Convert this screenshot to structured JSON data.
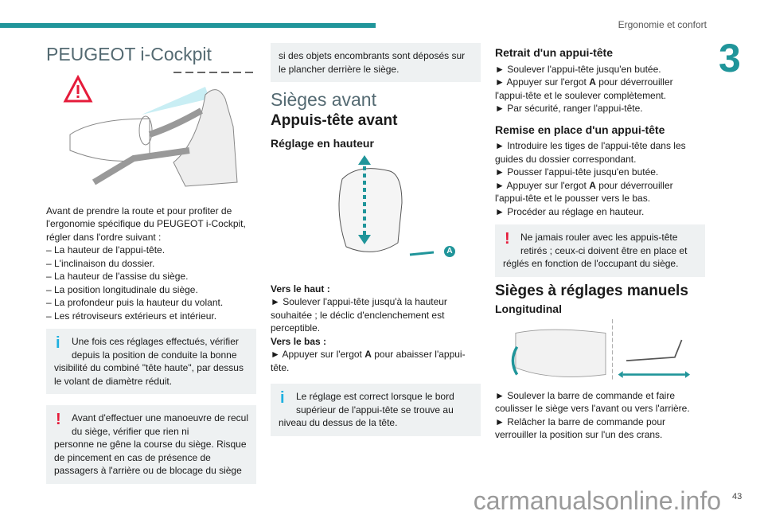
{
  "header": {
    "section": "Ergonomie et confort",
    "chapter": "3",
    "page": "43"
  },
  "col1": {
    "title": "PEUGEOT i-Cockpit",
    "intro": "Avant de prendre la route et pour profiter de l'ergonomie spécifique du PEUGEOT i-Cockpit, régler dans l'ordre suivant :",
    "list": [
      "– La hauteur de l'appui-tête.",
      "– L'inclinaison du dossier.",
      "– La hauteur de l'assise du siège.",
      "– La position longitudinale du siège.",
      "– La profondeur puis la hauteur du volant.",
      "– Les rétroviseurs extérieurs et intérieur."
    ],
    "info_first": "Une fois ces réglages effectués, vérifier depuis la position de conduite la bonne",
    "info_rest": "visibilité du combiné \"tête haute\", par dessus le volant de diamètre réduit.",
    "warn_first": "Avant d'effectuer une manoeuvre de recul du siège, vérifier que rien ni",
    "warn_rest": "personne ne gêne la course du siège. Risque de pincement en cas de présence de passagers à l'arrière ou de blocage du siège"
  },
  "col2": {
    "cont": "si des objets encombrants sont déposés sur le plancher derrière le siège.",
    "h_sieges": "Sièges avant",
    "h_appuis": "Appuis-tête avant",
    "h_reglage": "Réglage en hauteur",
    "label_a": "A",
    "up_label": "Vers le haut :",
    "up_text": "► Soulever l'appui-tête jusqu'à la hauteur souhaitée ; le déclic d'enclenchement est perceptible.",
    "down_label": "Vers le bas :",
    "down_pre": "► Appuyer sur l'ergot ",
    "down_a": "A",
    "down_post": " pour abaisser l'appui-tête.",
    "info_first": "Le réglage est correct lorsque le bord supérieur de l'appui-tête se trouve au",
    "info_rest": "niveau du dessus de la tête."
  },
  "col3": {
    "h_retrait": "Retrait d'un appui-tête",
    "r1": "► Soulever l'appui-tête jusqu'en butée.",
    "r2_pre": "► Appuyer sur l'ergot ",
    "r2_a": "A",
    "r2_post": " pour déverrouiller l'appui-tête et le soulever complètement.",
    "r3": "► Par sécurité, ranger l'appui-tête.",
    "h_remise": "Remise en place d'un appui-tête",
    "m1": "► Introduire les tiges de l'appui-tête dans les guides du dossier correspondant.",
    "m2": "► Pousser l'appui-tête jusqu'en butée.",
    "m3_pre": "► Appuyer sur l'ergot ",
    "m3_a": "A",
    "m3_post": " pour déverrouiller l'appui-tête et le pousser vers le bas.",
    "m4": "► Procéder au réglage en hauteur.",
    "warn_first": "Ne jamais rouler avec les appuis-tête retirés ; ceux-ci doivent être en place et",
    "warn_rest": "réglés en fonction de l'occupant du siège.",
    "h_manuels": "Sièges à réglages manuels",
    "h_longi": "Longitudinal",
    "l1": "► Soulever la barre de commande et faire coulisser le siège vers l'avant ou vers l'arrière.",
    "l2": "► Relâcher la barre de commande pour verrouiller la position sur l'un des crans."
  },
  "watermark": "carmanualsonline.info"
}
